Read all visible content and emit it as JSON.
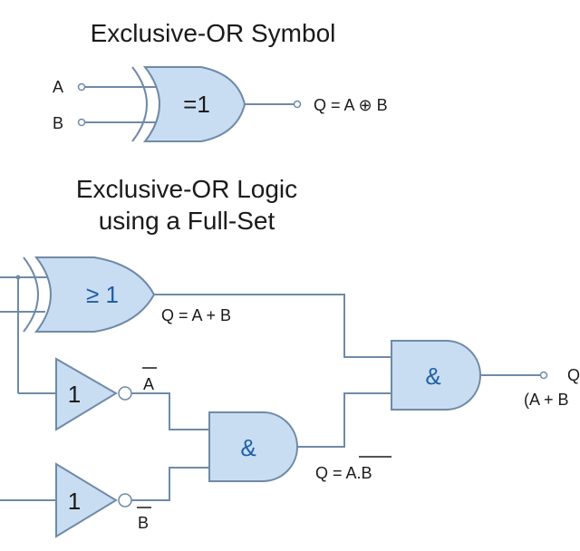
{
  "symbol_section": {
    "title": "Exclusive-OR Symbol",
    "input_a": "A",
    "input_b": "B",
    "gate_label": "=1",
    "output_label": "Q = A ⊕ B"
  },
  "logic_section": {
    "title_line1": "Exclusive-OR Logic",
    "title_line2": "using a Full-Set",
    "or_gate_label": "≥ 1",
    "or_output": "Q = A + B",
    "not_a_label": "1",
    "not_b_label": "1",
    "not_a_output": "A",
    "not_b_output": "B",
    "nand_label": "&",
    "nand_output": "Q = A.B",
    "final_gate_label": "&",
    "final_output_line1": "Q",
    "final_output_line2": "(A + B"
  }
}
